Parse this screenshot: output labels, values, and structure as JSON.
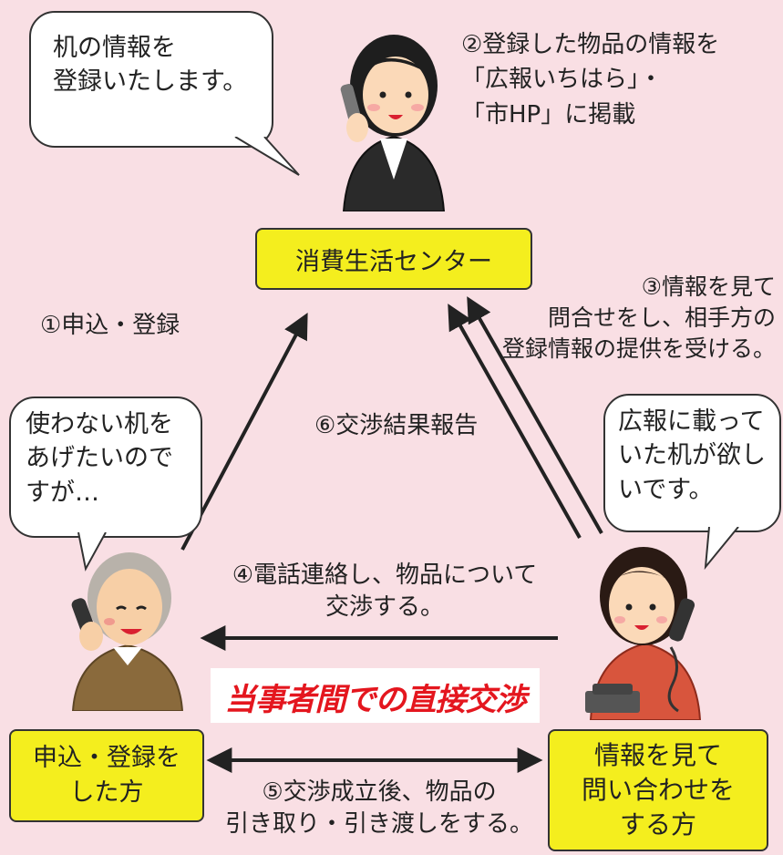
{
  "bubbles": {
    "staff": "机の情報を\n登録いたします。",
    "giver": "使わない机を\nあげたいので\nすが…",
    "requester": "広報に載って\nいた机が欲し\nいです。"
  },
  "boxes": {
    "center": "消費生活センター",
    "giver": "申込・登録を\nした方",
    "requester": "情報を見て\n問い合わせを\nする方"
  },
  "steps": {
    "s1": "①申込・登録",
    "s2": "②登録した物品の情報を\n「広報いちはら」・\n「市HP」に掲載",
    "s3": "③情報を見て\n問合せをし、相手方の\n登録情報の提供を受ける。",
    "s4": "④電話連絡し、物品について\n交渉する。",
    "s5": "⑤交渉成立後、物品の\n引き取り・引き渡しをする。",
    "s6": "⑥交渉結果報告"
  },
  "banner": "当事者間での直接交渉",
  "colors": {
    "background": "#f9dfe4",
    "box_fill": "#f4ee1e",
    "banner_text": "#e4161e",
    "arrow": "#222222"
  },
  "icons": {
    "staff": "staff-woman-on-phone-icon",
    "giver": "elderly-man-on-phone-icon",
    "requester": "woman-on-desk-phone-icon"
  }
}
